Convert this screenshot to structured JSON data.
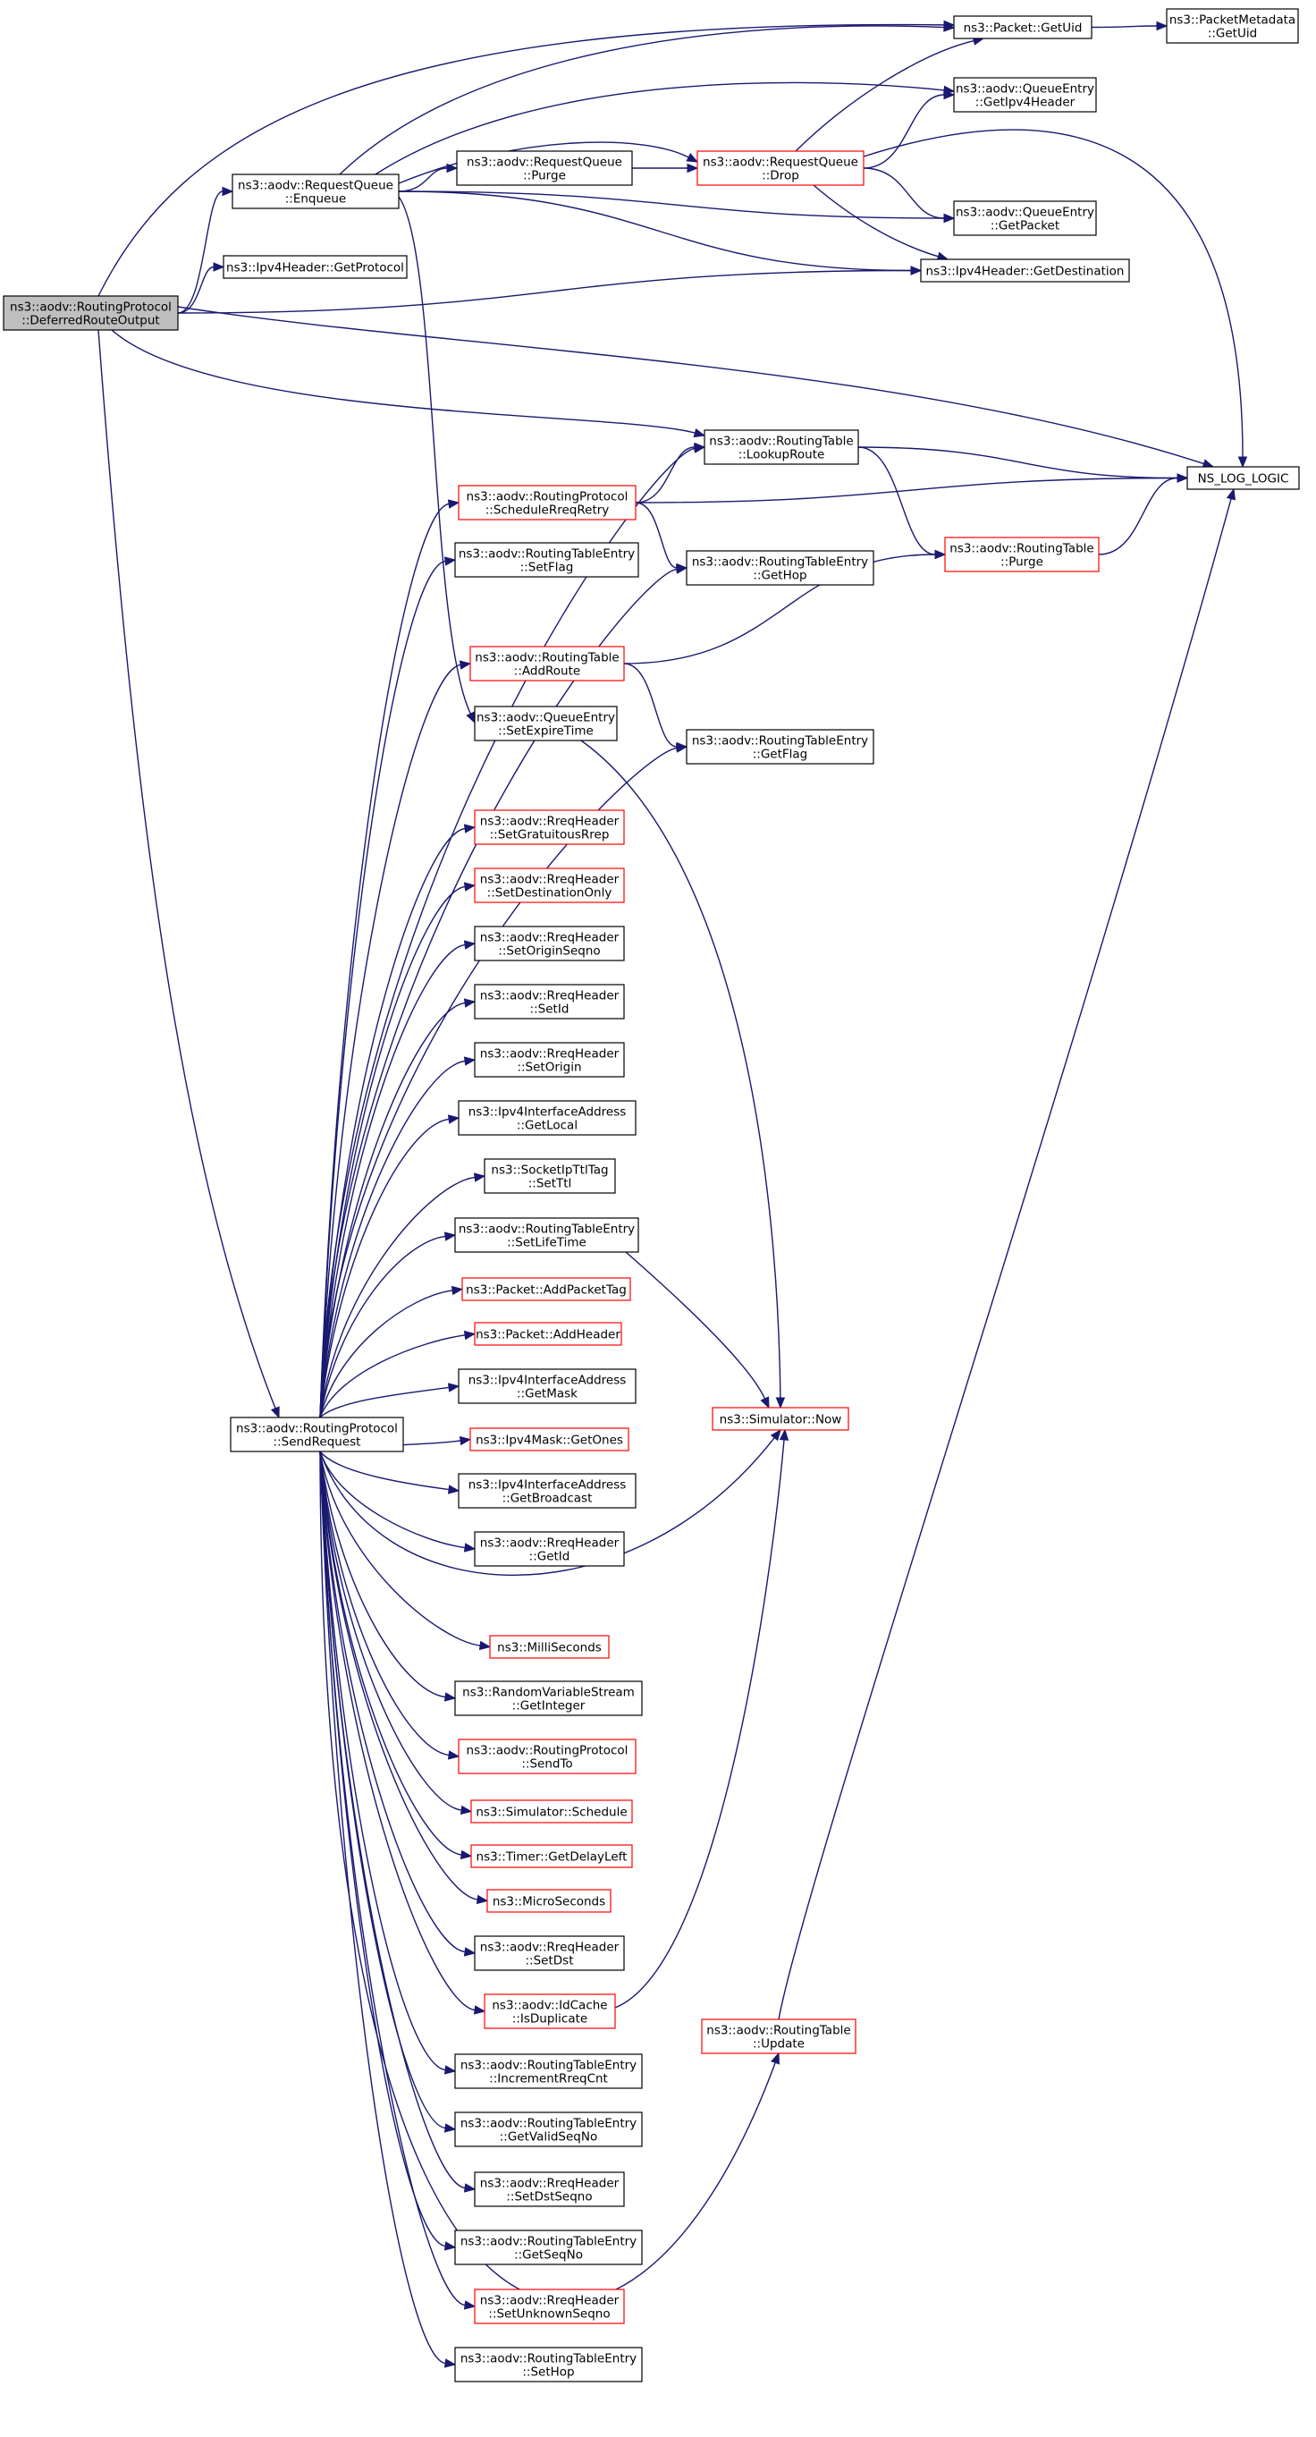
{
  "colors": {
    "edge": "#191970",
    "border_normal": "#000000",
    "border_truncated": "#ff0000",
    "fill_root": "#bfbfbf",
    "fill_normal": "#ffffff"
  },
  "nodes": [
    {
      "id": "root",
      "lines": [
        "ns3::aodv::RoutingProtocol",
        "::DeferredRouteOutput"
      ],
      "style": "root"
    },
    {
      "id": "rq_enqueue",
      "lines": [
        "ns3::aodv::RequestQueue",
        "::Enqueue"
      ],
      "style": "normal"
    },
    {
      "id": "ipv4_getprotocol",
      "lines": [
        "ns3::Ipv4Header::GetProtocol"
      ],
      "style": "normal"
    },
    {
      "id": "sendrequest",
      "lines": [
        "ns3::aodv::RoutingProtocol",
        "::SendRequest"
      ],
      "style": "normal"
    },
    {
      "id": "packet_getuid",
      "lines": [
        "ns3::Packet::GetUid"
      ],
      "style": "normal"
    },
    {
      "id": "pm_getuid",
      "lines": [
        "ns3::PacketMetadata",
        "::GetUid"
      ],
      "style": "normal"
    },
    {
      "id": "qe_getipv4header",
      "lines": [
        "ns3::aodv::QueueEntry",
        "::GetIpv4Header"
      ],
      "style": "normal"
    },
    {
      "id": "rq_purge",
      "lines": [
        "ns3::aodv::RequestQueue",
        "::Purge"
      ],
      "style": "normal"
    },
    {
      "id": "rq_drop",
      "lines": [
        "ns3::aodv::RequestQueue",
        "::Drop"
      ],
      "style": "truncated"
    },
    {
      "id": "qe_getpacket",
      "lines": [
        "ns3::aodv::QueueEntry",
        "::GetPacket"
      ],
      "style": "normal"
    },
    {
      "id": "ipv4_getdestination",
      "lines": [
        "ns3::Ipv4Header::GetDestination"
      ],
      "style": "normal"
    },
    {
      "id": "rt_lookuproute",
      "lines": [
        "ns3::aodv::RoutingTable",
        "::LookupRoute"
      ],
      "style": "normal"
    },
    {
      "id": "ns_log_logic",
      "lines": [
        "NS_LOG_LOGIC"
      ],
      "style": "normal"
    },
    {
      "id": "rp_schedulerreqretry",
      "lines": [
        "ns3::aodv::RoutingProtocol",
        "::ScheduleRreqRetry"
      ],
      "style": "truncated"
    },
    {
      "id": "rt_purge",
      "lines": [
        "ns3::aodv::RoutingTable",
        "::Purge"
      ],
      "style": "truncated"
    },
    {
      "id": "rte_setflag",
      "lines": [
        "ns3::aodv::RoutingTableEntry",
        "::SetFlag"
      ],
      "style": "normal"
    },
    {
      "id": "rte_gethop",
      "lines": [
        "ns3::aodv::RoutingTableEntry",
        "::GetHop"
      ],
      "style": "normal"
    },
    {
      "id": "rt_addroute",
      "lines": [
        "ns3::aodv::RoutingTable",
        "::AddRoute"
      ],
      "style": "truncated"
    },
    {
      "id": "qe_setexpiretime",
      "lines": [
        "ns3::aodv::QueueEntry",
        "::SetExpireTime"
      ],
      "style": "normal"
    },
    {
      "id": "rte_getflag",
      "lines": [
        "ns3::aodv::RoutingTableEntry",
        "::GetFlag"
      ],
      "style": "normal"
    },
    {
      "id": "rreq_setgratuitousrrep",
      "lines": [
        "ns3::aodv::RreqHeader",
        "::SetGratuitousRrep"
      ],
      "style": "truncated"
    },
    {
      "id": "rreq_setdestinationonly",
      "lines": [
        "ns3::aodv::RreqHeader",
        "::SetDestinationOnly"
      ],
      "style": "truncated"
    },
    {
      "id": "rreq_setoriginseqno",
      "lines": [
        "ns3::aodv::RreqHeader",
        "::SetOriginSeqno"
      ],
      "style": "normal"
    },
    {
      "id": "rreq_setid",
      "lines": [
        "ns3::aodv::RreqHeader",
        "::SetId"
      ],
      "style": "normal"
    },
    {
      "id": "rreq_setorigin",
      "lines": [
        "ns3::aodv::RreqHeader",
        "::SetOrigin"
      ],
      "style": "normal"
    },
    {
      "id": "ipv4ia_getlocal",
      "lines": [
        "ns3::Ipv4InterfaceAddress",
        "::GetLocal"
      ],
      "style": "normal"
    },
    {
      "id": "sockipttl_setttl",
      "lines": [
        "ns3::SocketIpTtlTag",
        "::SetTtl"
      ],
      "style": "normal"
    },
    {
      "id": "rte_setlifetime",
      "lines": [
        "ns3::aodv::RoutingTableEntry",
        "::SetLifeTime"
      ],
      "style": "normal"
    },
    {
      "id": "packet_addpackettag",
      "lines": [
        "ns3::Packet::AddPacketTag"
      ],
      "style": "truncated"
    },
    {
      "id": "packet_addheader",
      "lines": [
        "ns3::Packet::AddHeader"
      ],
      "style": "truncated"
    },
    {
      "id": "ipv4ia_getmask",
      "lines": [
        "ns3::Ipv4InterfaceAddress",
        "::GetMask"
      ],
      "style": "normal"
    },
    {
      "id": "simulator_now",
      "lines": [
        "ns3::Simulator::Now"
      ],
      "style": "truncated"
    },
    {
      "id": "ipv4mask_getones",
      "lines": [
        "ns3::Ipv4Mask::GetOnes"
      ],
      "style": "truncated"
    },
    {
      "id": "ipv4ia_getbroadcast",
      "lines": [
        "ns3::Ipv4InterfaceAddress",
        "::GetBroadcast"
      ],
      "style": "normal"
    },
    {
      "id": "rreq_getid",
      "lines": [
        "ns3::aodv::RreqHeader",
        "::GetId"
      ],
      "style": "normal"
    },
    {
      "id": "milliseconds",
      "lines": [
        "ns3::MilliSeconds"
      ],
      "style": "truncated"
    },
    {
      "id": "rvs_getinteger",
      "lines": [
        "ns3::RandomVariableStream",
        "::GetInteger"
      ],
      "style": "normal"
    },
    {
      "id": "rp_sendto",
      "lines": [
        "ns3::aodv::RoutingProtocol",
        "::SendTo"
      ],
      "style": "truncated"
    },
    {
      "id": "simulator_schedule",
      "lines": [
        "ns3::Simulator::Schedule"
      ],
      "style": "truncated"
    },
    {
      "id": "timer_getdelayleft",
      "lines": [
        "ns3::Timer::GetDelayLeft"
      ],
      "style": "truncated"
    },
    {
      "id": "microseconds",
      "lines": [
        "ns3::MicroSeconds"
      ],
      "style": "truncated"
    },
    {
      "id": "rreq_setdst",
      "lines": [
        "ns3::aodv::RreqHeader",
        "::SetDst"
      ],
      "style": "normal"
    },
    {
      "id": "idcache_isduplicate",
      "lines": [
        "ns3::aodv::IdCache",
        "::IsDuplicate"
      ],
      "style": "truncated"
    },
    {
      "id": "rt_update",
      "lines": [
        "ns3::aodv::RoutingTable",
        "::Update"
      ],
      "style": "truncated"
    },
    {
      "id": "rte_incrementrreqcnt",
      "lines": [
        "ns3::aodv::RoutingTableEntry",
        "::IncrementRreqCnt"
      ],
      "style": "normal"
    },
    {
      "id": "rte_getvalidseqno",
      "lines": [
        "ns3::aodv::RoutingTableEntry",
        "::GetValidSeqNo"
      ],
      "style": "normal"
    },
    {
      "id": "rreq_setdstseqno",
      "lines": [
        "ns3::aodv::RreqHeader",
        "::SetDstSeqno"
      ],
      "style": "normal"
    },
    {
      "id": "rte_getseqno",
      "lines": [
        "ns3::aodv::RoutingTableEntry",
        "::GetSeqNo"
      ],
      "style": "normal"
    },
    {
      "id": "rreq_setunknownseqno",
      "lines": [
        "ns3::aodv::RreqHeader",
        "::SetUnknownSeqno"
      ],
      "style": "truncated"
    },
    {
      "id": "rte_sethop",
      "lines": [
        "ns3::aodv::RoutingTableEntry",
        "::SetHop"
      ],
      "style": "normal"
    }
  ],
  "edges": [
    [
      "root",
      "rq_enqueue"
    ],
    [
      "root",
      "ipv4_getprotocol"
    ],
    [
      "root",
      "sendrequest"
    ],
    [
      "root",
      "packet_getuid"
    ],
    [
      "root",
      "ipv4_getdestination"
    ],
    [
      "root",
      "ns_log_logic"
    ],
    [
      "root",
      "rt_lookuproute"
    ],
    [
      "rq_enqueue",
      "packet_getuid"
    ],
    [
      "rq_enqueue",
      "qe_getipv4header"
    ],
    [
      "rq_enqueue",
      "rq_purge"
    ],
    [
      "rq_enqueue",
      "rq_drop"
    ],
    [
      "rq_enqueue",
      "qe_getpacket"
    ],
    [
      "rq_enqueue",
      "ipv4_getdestination"
    ],
    [
      "rq_enqueue",
      "qe_setexpiretime"
    ],
    [
      "packet_getuid",
      "pm_getuid"
    ],
    [
      "rq_purge",
      "rq_drop"
    ],
    [
      "rq_drop",
      "packet_getuid"
    ],
    [
      "rq_drop",
      "qe_getipv4header"
    ],
    [
      "rq_drop",
      "qe_getpacket"
    ],
    [
      "rq_drop",
      "ipv4_getdestination"
    ],
    [
      "rq_drop",
      "ns_log_logic"
    ],
    [
      "rt_lookuproute",
      "ns_log_logic"
    ],
    [
      "rt_lookuproute",
      "rt_purge"
    ],
    [
      "rp_schedulerreqretry",
      "rt_lookuproute"
    ],
    [
      "rp_schedulerreqretry",
      "ns_log_logic"
    ],
    [
      "rp_schedulerreqretry",
      "rte_gethop"
    ],
    [
      "rt_purge",
      "ns_log_logic"
    ],
    [
      "rt_addroute",
      "rt_purge"
    ],
    [
      "rt_addroute",
      "rte_getflag"
    ],
    [
      "qe_setexpiretime",
      "simulator_now"
    ],
    [
      "rte_setlifetime",
      "simulator_now"
    ],
    [
      "idcache_isduplicate",
      "simulator_now"
    ],
    [
      "rt_update",
      "ns_log_logic"
    ],
    [
      "sendrequest",
      "rt_lookuproute"
    ],
    [
      "sendrequest",
      "rp_schedulerreqretry"
    ],
    [
      "sendrequest",
      "rte_setflag"
    ],
    [
      "sendrequest",
      "rte_gethop"
    ],
    [
      "sendrequest",
      "rt_addroute"
    ],
    [
      "sendrequest",
      "rte_getflag"
    ],
    [
      "sendrequest",
      "rreq_setgratuitousrrep"
    ],
    [
      "sendrequest",
      "rreq_setdestinationonly"
    ],
    [
      "sendrequest",
      "rreq_setoriginseqno"
    ],
    [
      "sendrequest",
      "rreq_setid"
    ],
    [
      "sendrequest",
      "rreq_setorigin"
    ],
    [
      "sendrequest",
      "ipv4ia_getlocal"
    ],
    [
      "sendrequest",
      "sockipttl_setttl"
    ],
    [
      "sendrequest",
      "rte_setlifetime"
    ],
    [
      "sendrequest",
      "packet_addpackettag"
    ],
    [
      "sendrequest",
      "packet_addheader"
    ],
    [
      "sendrequest",
      "ipv4ia_getmask"
    ],
    [
      "sendrequest",
      "ipv4mask_getones"
    ],
    [
      "sendrequest",
      "ipv4ia_getbroadcast"
    ],
    [
      "sendrequest",
      "rreq_getid"
    ],
    [
      "sendrequest",
      "simulator_now"
    ],
    [
      "sendrequest",
      "milliseconds"
    ],
    [
      "sendrequest",
      "rvs_getinteger"
    ],
    [
      "sendrequest",
      "rp_sendto"
    ],
    [
      "sendrequest",
      "simulator_schedule"
    ],
    [
      "sendrequest",
      "timer_getdelayleft"
    ],
    [
      "sendrequest",
      "microseconds"
    ],
    [
      "sendrequest",
      "rreq_setdst"
    ],
    [
      "sendrequest",
      "idcache_isduplicate"
    ],
    [
      "sendrequest",
      "rte_incrementrreqcnt"
    ],
    [
      "sendrequest",
      "rte_getvalidseqno"
    ],
    [
      "sendrequest",
      "rreq_setdstseqno"
    ],
    [
      "sendrequest",
      "rte_getseqno"
    ],
    [
      "sendrequest",
      "rreq_setunknownseqno"
    ],
    [
      "sendrequest",
      "rte_sethop"
    ],
    [
      "sendrequest",
      "rt_update"
    ]
  ]
}
